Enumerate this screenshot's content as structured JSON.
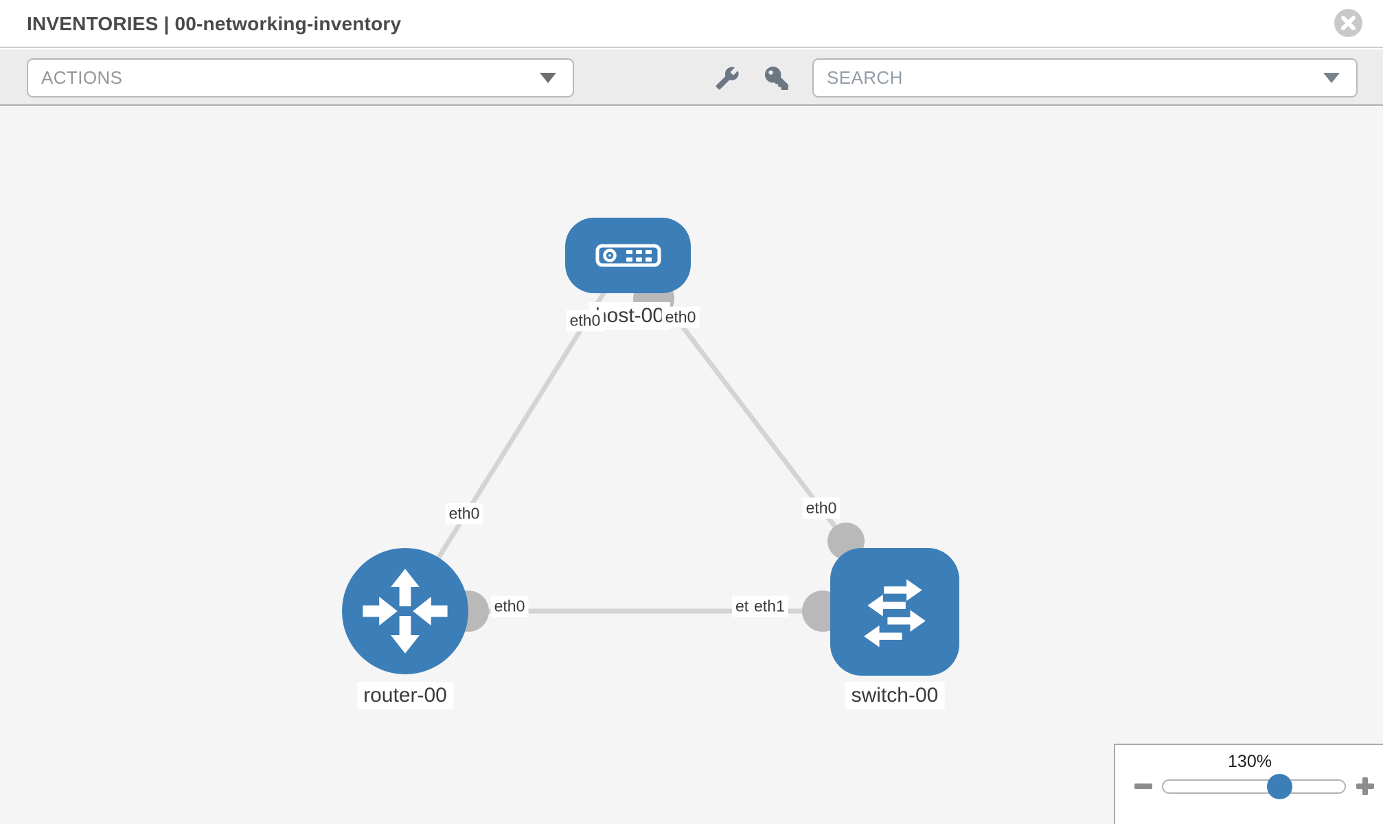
{
  "header": {
    "title": "INVENTORIES | 00-networking-inventory"
  },
  "toolbar": {
    "actions_label": "ACTIONS",
    "search_placeholder": "SEARCH"
  },
  "icons": {
    "close": "close-icon",
    "wrench": "wrench-icon",
    "key": "key-icon",
    "actions_caret": "chevron-down-icon",
    "search_caret": "chevron-down-icon",
    "zoom_out": "minus-icon",
    "zoom_in": "plus-icon"
  },
  "colors": {
    "node_blue": "#3c7eb8",
    "link_gray": "#d4d4d4",
    "interface_dot_gray": "#b9b9b9",
    "canvas_bg": "#f5f5f5",
    "toolbar_bg": "#ececec"
  },
  "diagram": {
    "nodes": [
      {
        "id": "host-00",
        "label": "host-00",
        "type": "host"
      },
      {
        "id": "router-00",
        "label": "router-00",
        "type": "router"
      },
      {
        "id": "switch-00",
        "label": "switch-00",
        "type": "switch"
      }
    ],
    "links": [
      {
        "source": "router-00",
        "target": "host-00",
        "source_interface": "eth0",
        "target_interface": "eth0"
      },
      {
        "source": "host-00",
        "target": "switch-00",
        "source_interface": "eth0",
        "target_interface": "eth0"
      },
      {
        "source": "router-00",
        "target": "switch-00",
        "source_interface": "eth0",
        "target_interface": "eth1"
      }
    ],
    "overlapped_interface_label": "eth0"
  },
  "zoom_panel": {
    "level": "130%"
  }
}
